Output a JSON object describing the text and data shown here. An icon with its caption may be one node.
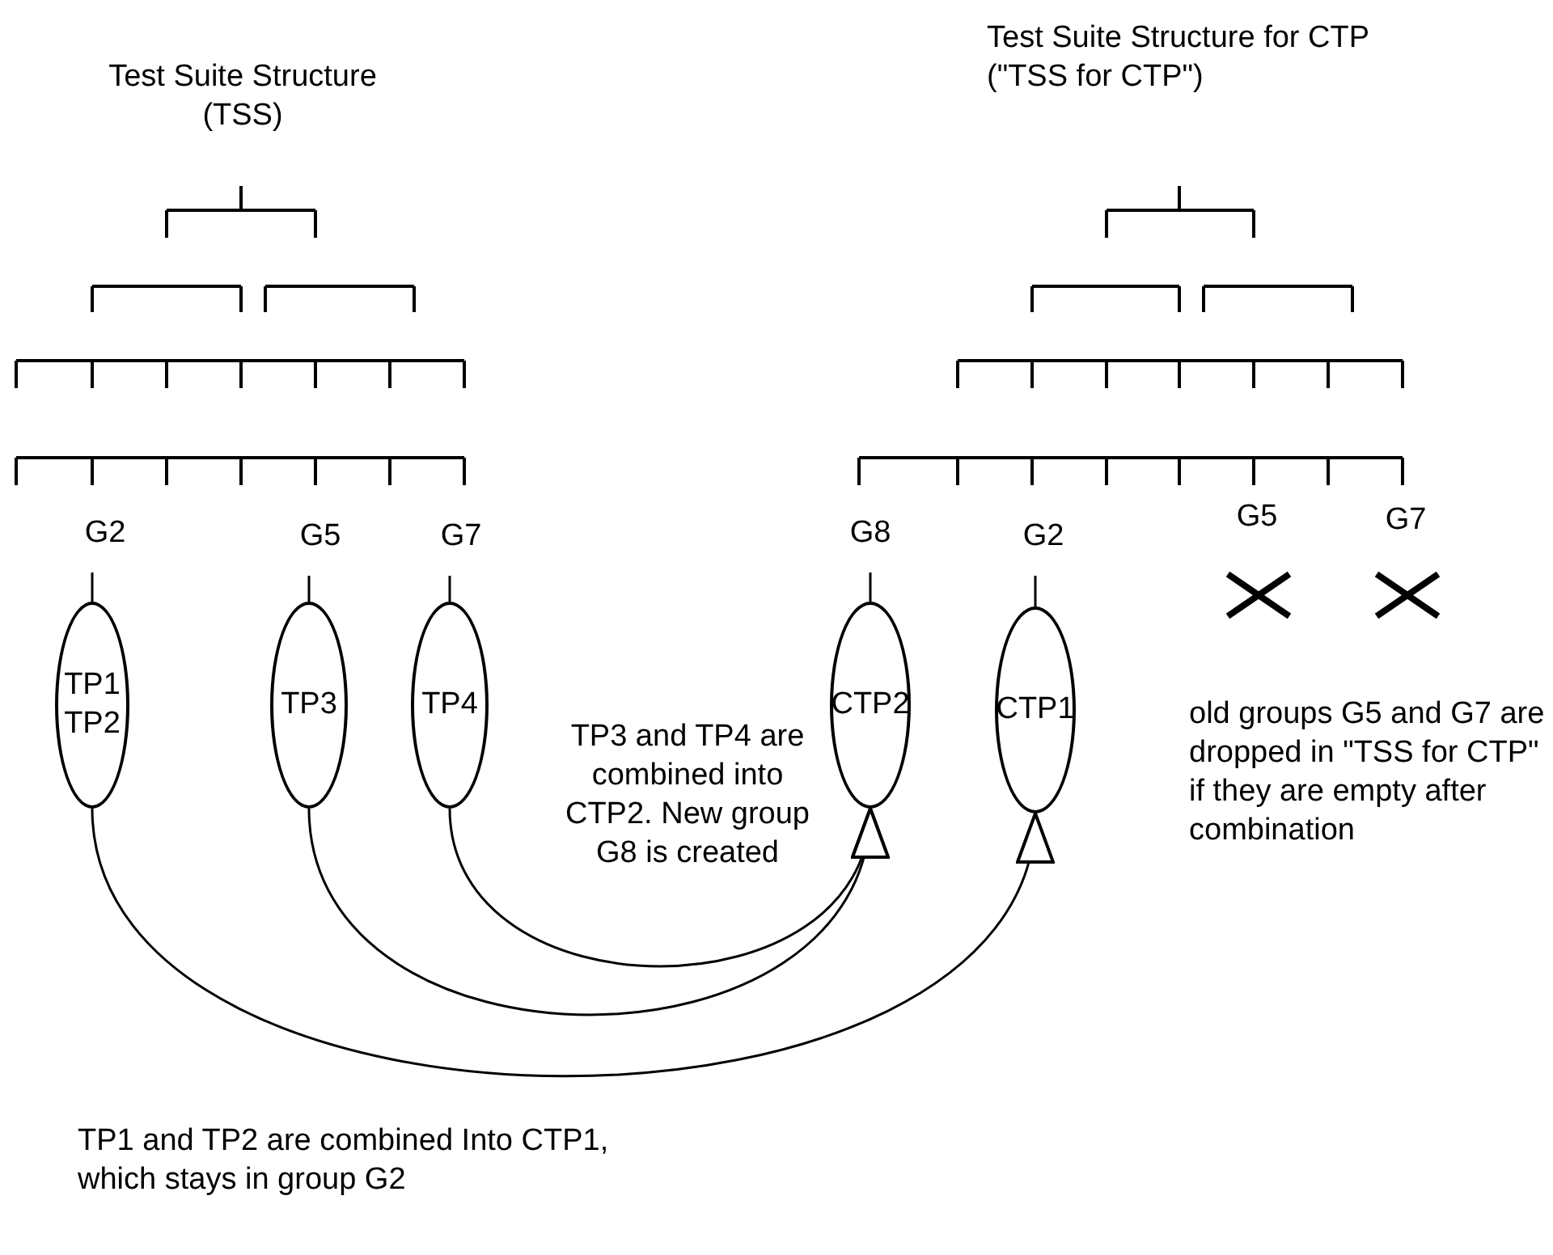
{
  "diagram": {
    "nodes": [
      {
        "text": [
          "G2"
        ]
      },
      {
        "text": [
          "G5"
        ]
      },
      {
        "text": [
          "G7"
        ]
      },
      {
        "text": [
          "G8"
        ]
      },
      {
        "text": [
          "G2"
        ]
      },
      {
        "text": [
          "TP1 TP2"
        ]
      },
      {
        "text": [
          "TP3"
        ]
      },
      {
        "text": [
          "TP4"
        ]
      },
      {
        "text": [
          "CTP2"
        ]
      },
      {
        "text": [
          "CTP1"
        ]
      }
    ],
    "edges": [
      {
        "from": 0,
        "to": 5,
        "arrow": "none"
      },
      {
        "from": 1,
        "to": 6,
        "arrow": "none"
      },
      {
        "from": 2,
        "to": 7,
        "arrow": "none"
      },
      {
        "from": 3,
        "to": 8,
        "arrow": "none"
      },
      {
        "from": 4,
        "to": 9,
        "arrow": "none"
      },
      {
        "from": 5,
        "to": 9,
        "arrow": "to"
      },
      {
        "from": 6,
        "to": 8,
        "arrow": "to"
      },
      {
        "from": 7,
        "to": 8,
        "arrow": "to"
      }
    ],
    "labels": [
      "Test Suite Structure (TSS)",
      "Test Suite Structure for CTP (\"TSS for CTP\")",
      "G5",
      "G7",
      "TP3 and TP4 are combined into CTP2. New group G8 is created",
      "old groups G5 and G7 are dropped in \"TSS for CTP\" if they are empty after combination",
      "TP1 and TP2 are combined Into CTP1, which stays in group G2"
    ]
  }
}
